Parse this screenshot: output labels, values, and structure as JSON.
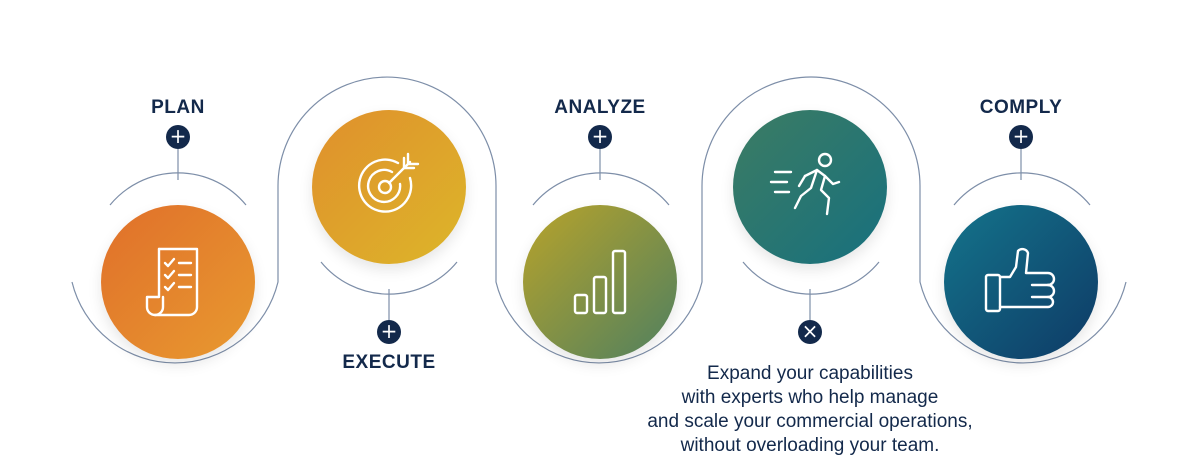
{
  "steps": [
    {
      "label": "PLAN",
      "icon": "checklist-icon",
      "expanded": false,
      "colors": [
        "#e06f2a",
        "#e89a30"
      ]
    },
    {
      "label": "EXECUTE",
      "icon": "target-icon",
      "expanded": false,
      "colors": [
        "#e08f2c",
        "#dcb62a"
      ]
    },
    {
      "label": "ANALYZE",
      "icon": "bar-chart-icon",
      "expanded": false,
      "colors": [
        "#b8a32a",
        "#4f8060"
      ]
    },
    {
      "label": "",
      "icon": "running-person-icon",
      "expanded": true,
      "colors": [
        "#3c7c63",
        "#17707e"
      ]
    },
    {
      "label": "COMPLY",
      "icon": "thumbs-up-icon",
      "expanded": false,
      "colors": [
        "#14748b",
        "#0e3a66"
      ]
    }
  ],
  "description": {
    "lines": [
      "Expand your capabilities",
      "with experts who help manage",
      "and scale your commercial operations,",
      "without overloading your team."
    ]
  },
  "colors": {
    "navy": "#13294b",
    "track": "#6b7f99"
  },
  "toggle_symbols": {
    "collapsed": "+",
    "expanded": "×"
  }
}
